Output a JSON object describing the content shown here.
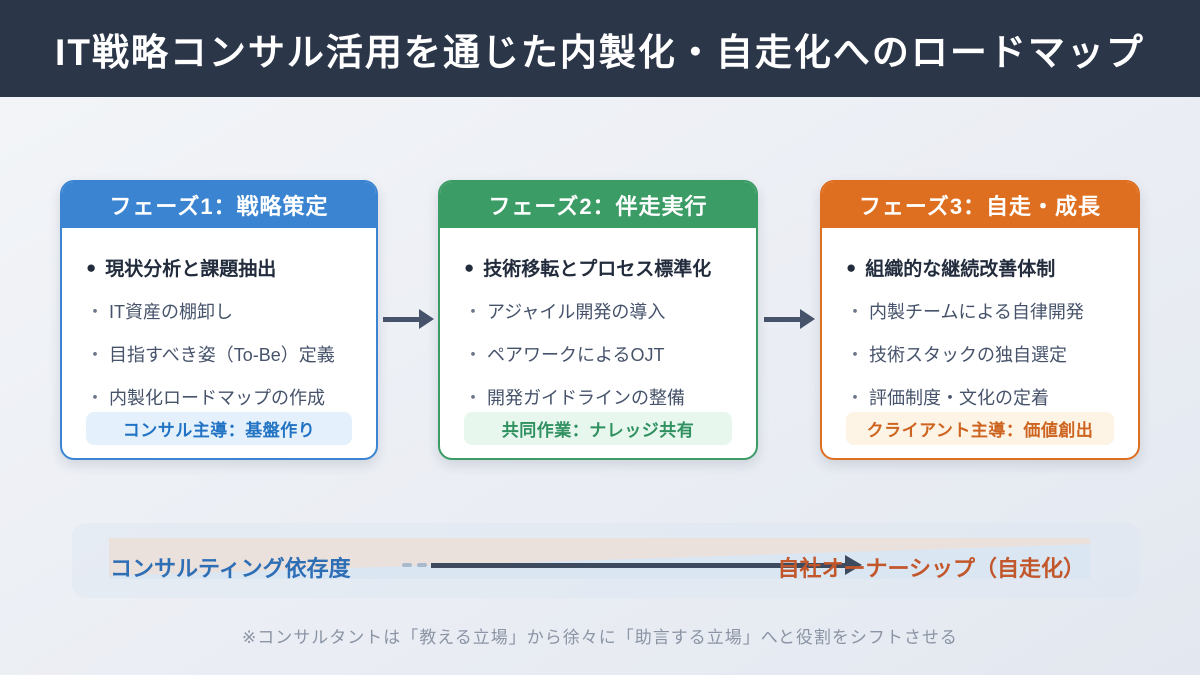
{
  "header": {
    "title": "IT戦略コンサル活用を通じた内製化・自走化へのロードマップ"
  },
  "ui": {
    "heading_bullet": "●",
    "item_marker": "・"
  },
  "phases": [
    {
      "title": "フェーズ1：戦略策定",
      "heading": "現状分析と課題抽出",
      "items": [
        "IT資産の棚卸し",
        "目指すべき姿（To-Be）定義",
        "内製化ロードマップの作成"
      ],
      "badge": "コンサル主導：基盤作り",
      "accent_color": "#3b84d1",
      "badge_bg": "#e4f1fc",
      "badge_text_color": "#2273c4"
    },
    {
      "title": "フェーズ2：伴走実行",
      "heading": "技術移転とプロセス標準化",
      "items": [
        "アジャイル開発の導入",
        "ペアワークによるOJT",
        "開発ガイドラインの整備"
      ],
      "badge": "共同作業：ナレッジ共有",
      "accent_color": "#3c9c66",
      "badge_bg": "#e8f7ee",
      "badge_text_color": "#2f9060"
    },
    {
      "title": "フェーズ3：自走・成長",
      "heading": "組織的な継続改善体制",
      "items": [
        "内製チームによる自律開発",
        "技術スタックの独自選定",
        "評価制度・文化の定着"
      ],
      "badge": "クライアント主導：価値創出",
      "accent_color": "#df6f20",
      "badge_bg": "#fdf4e5",
      "badge_text_color": "#cd6420"
    }
  ],
  "transition_bar": {
    "left_label": "コンサルティング依存度",
    "right_label": "自社オーナーシップ（自走化）",
    "left_label_color": "#2e6eb5",
    "right_label_color": "#c2572b",
    "dependence_color": "#eae0dc",
    "ownership_color": "#dbe6f3",
    "arrow_color": "#3e4a5e"
  },
  "footnote": {
    "text": "※コンサルタントは「教える立場」から徐々に「助言する立場」へと役割をシフトさせる"
  },
  "colors": {
    "topbar_bg": "#2b3648",
    "page_bg": "#ebeef4"
  }
}
